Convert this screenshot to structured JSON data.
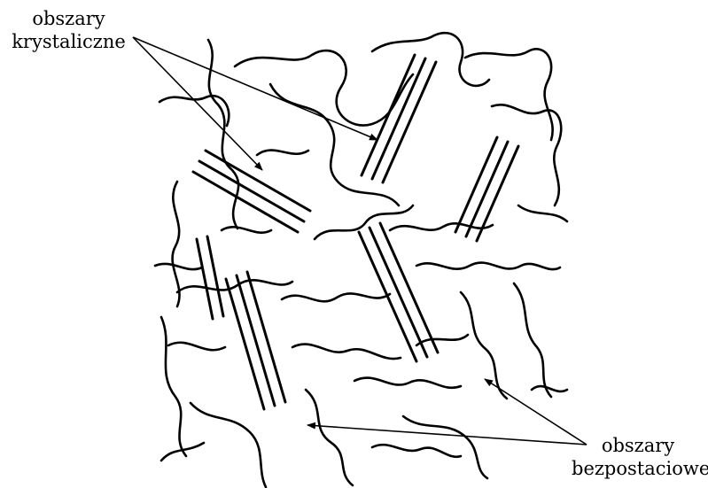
{
  "labels": {
    "crystalline_line1": "obszary",
    "crystalline_line2": "krystaliczne",
    "amorphous_line1": "obszary",
    "amorphous_line2": "bezpostaciowe"
  },
  "colors": {
    "ink": "#000000",
    "background": "#ffffff"
  }
}
